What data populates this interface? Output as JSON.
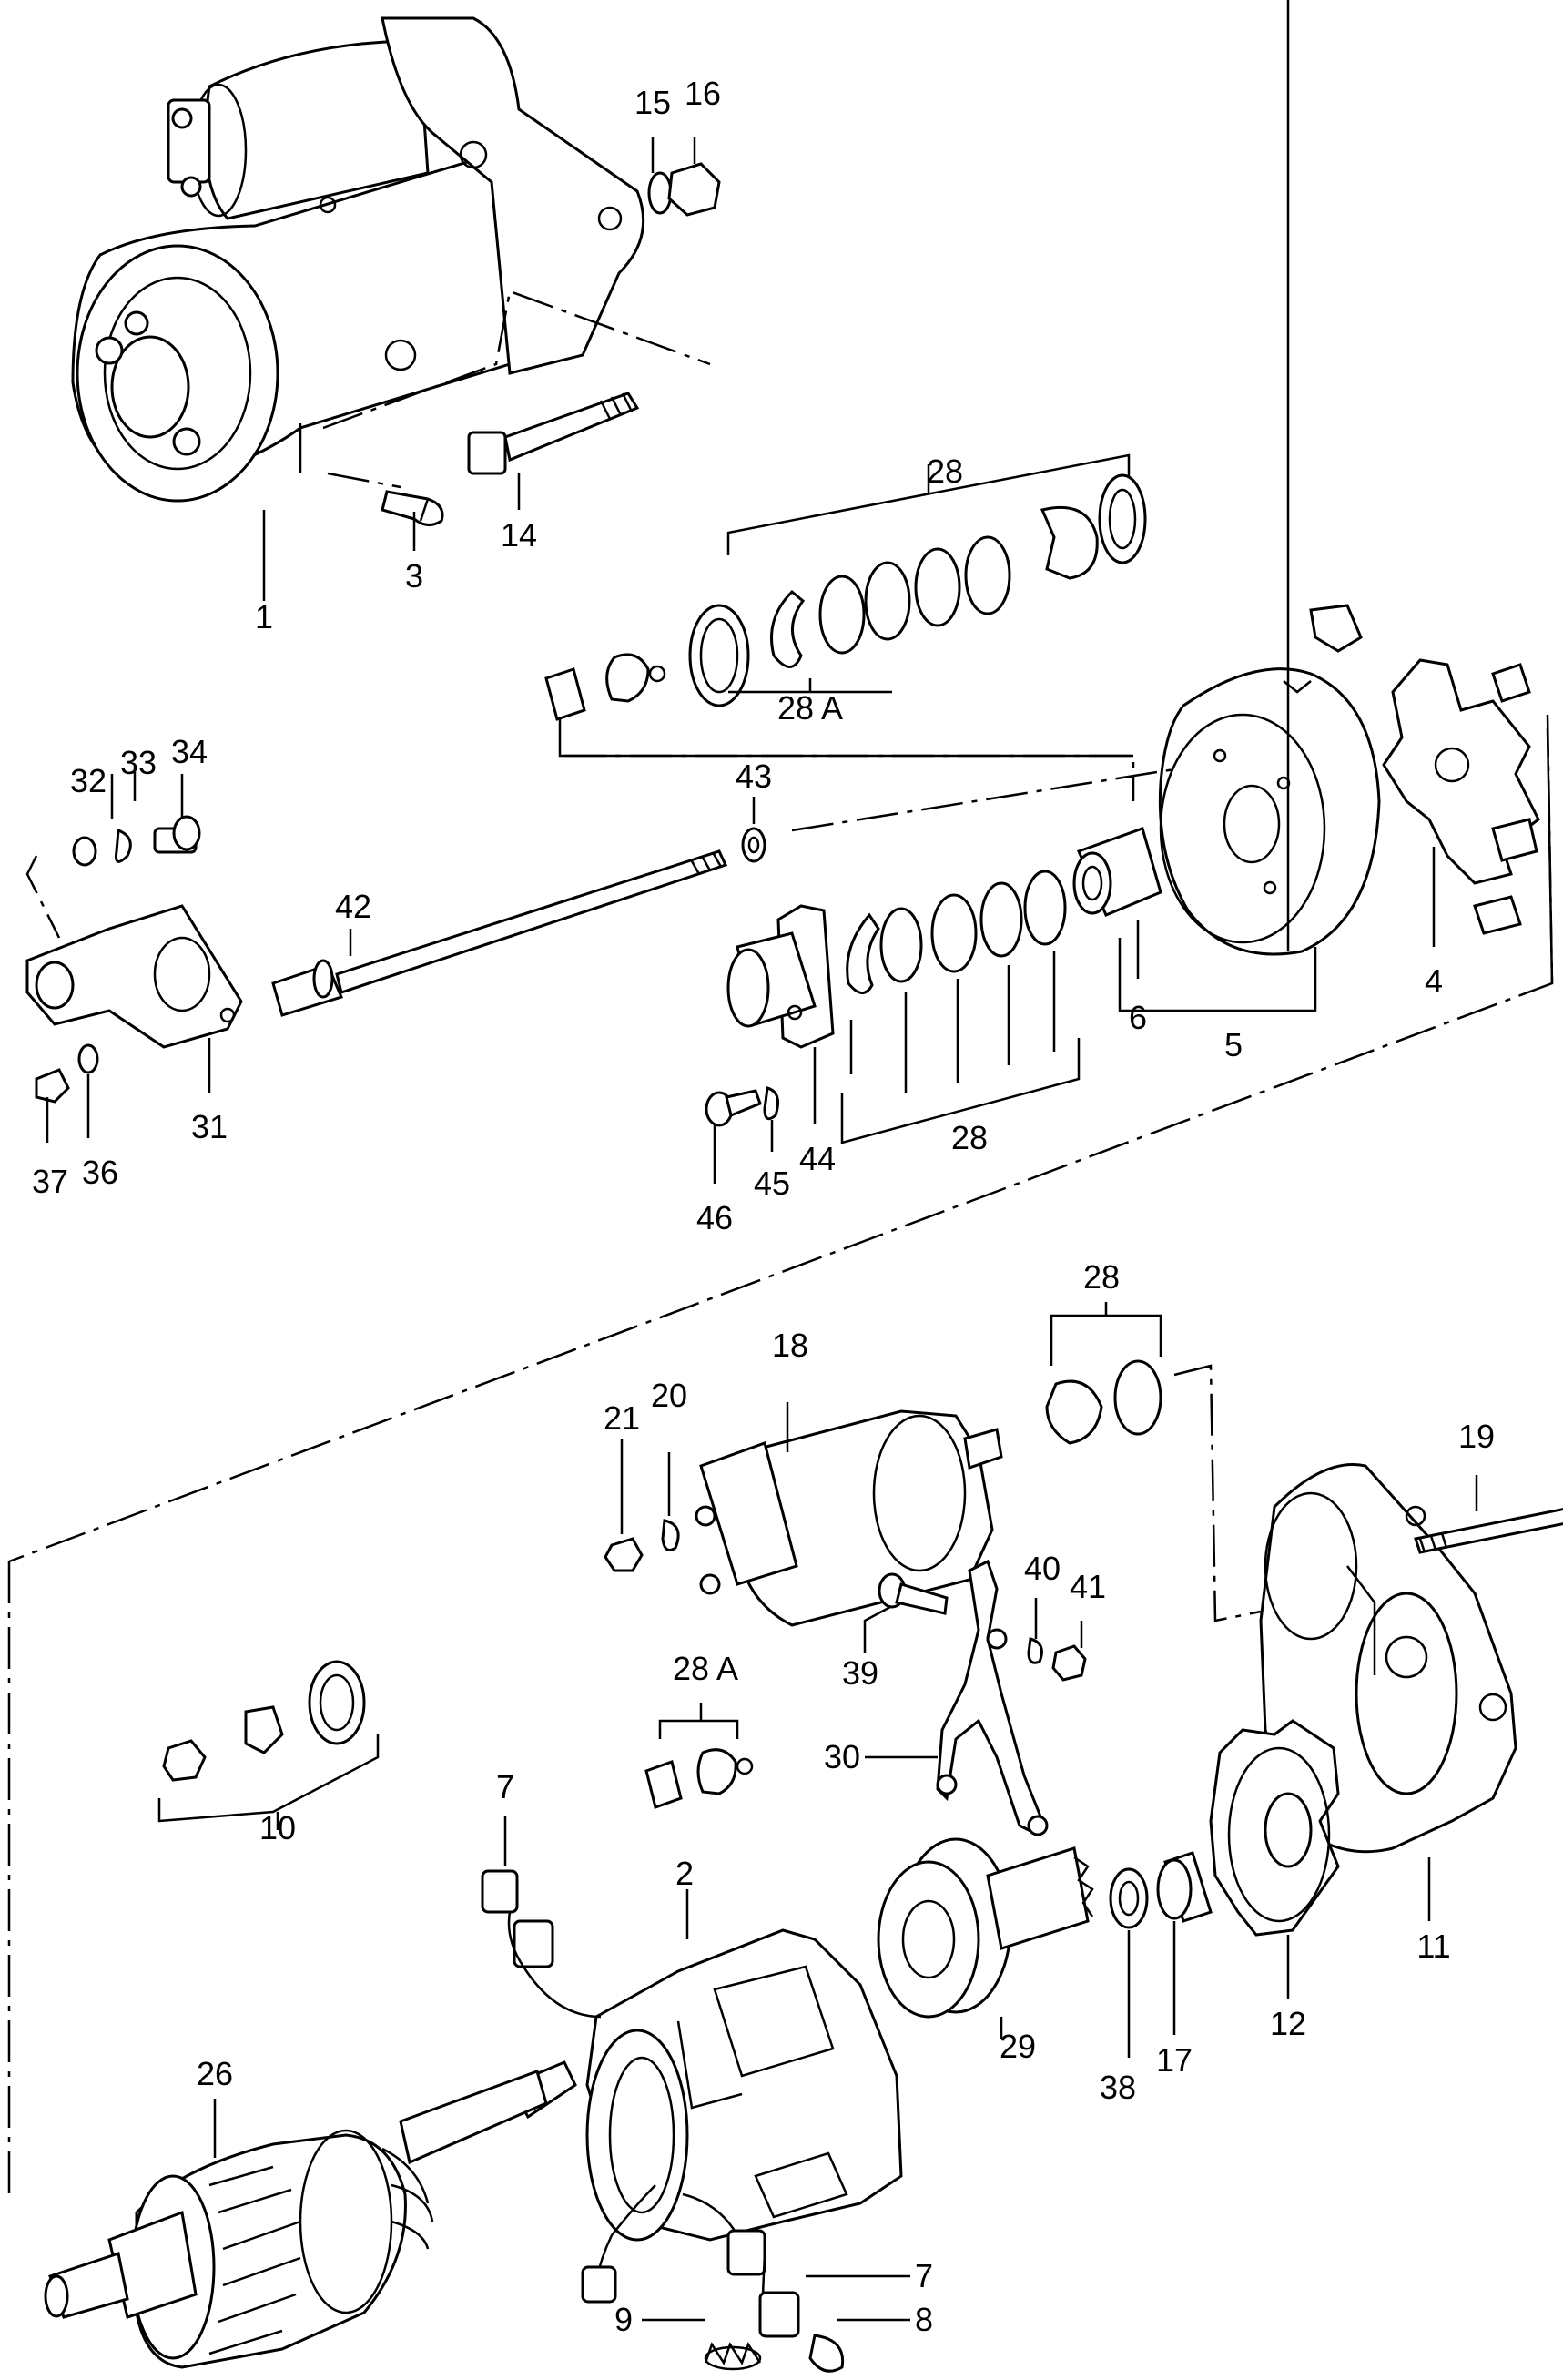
{
  "labels": {
    "p1": "1",
    "p2": "2",
    "p3": "3",
    "p4": "4",
    "p5": "5",
    "p6": "6",
    "p7a": "7",
    "p7b": "7",
    "p8": "8",
    "p9": "9",
    "p10": "10",
    "p11": "11",
    "p12": "12",
    "p14": "14",
    "p15": "15",
    "p16": "16",
    "p17": "17",
    "p18": "18",
    "p19": "19",
    "p20": "20",
    "p21": "21",
    "p26": "26",
    "p28a": "28",
    "p28b": "28",
    "p28c": "28",
    "p28A_top": "28 A",
    "p28A_mid": "28 A",
    "p29": "29",
    "p30": "30",
    "p31": "31",
    "p32": "32",
    "p33": "33",
    "p34": "34",
    "p36": "36",
    "p37": "37",
    "p38": "38",
    "p39": "39",
    "p40": "40",
    "p41": "41",
    "p42": "42",
    "p43": "43",
    "p44": "44",
    "p45": "45",
    "p46": "46"
  }
}
